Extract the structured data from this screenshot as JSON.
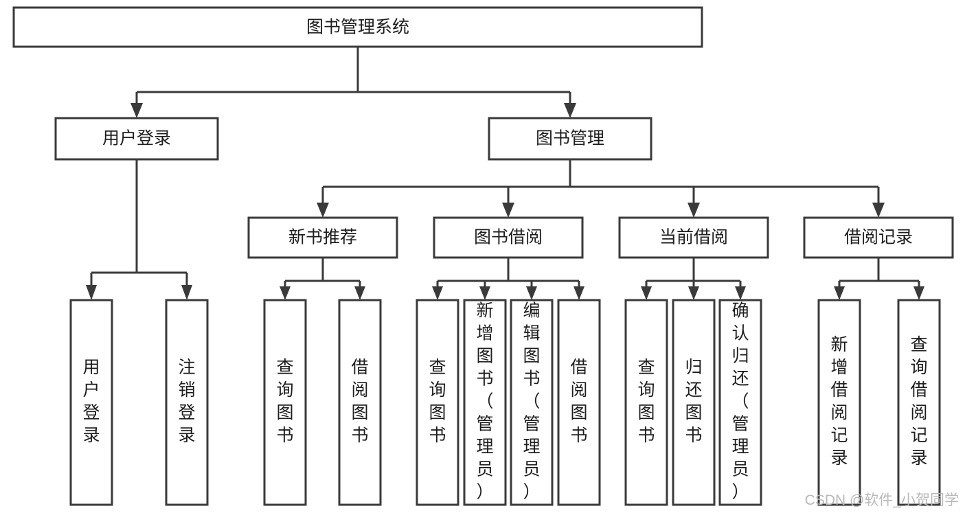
{
  "diagram": {
    "title": "图书管理系统",
    "type": "tree",
    "orientation": "top-down",
    "colors": {
      "box_fill": "#ffffff",
      "box_stroke": "#3a3a3a",
      "text": "#1d1d1d",
      "background": "#ffffff",
      "watermark": "#b9b9b9"
    },
    "nodes": {
      "root": {
        "label": "图书管理系统",
        "text_orientation": "horizontal"
      },
      "level2": [
        {
          "label": "用户登录",
          "text_orientation": "horizontal"
        },
        {
          "label": "图书管理",
          "text_orientation": "horizontal"
        }
      ],
      "level3": [
        {
          "label": "新书推荐",
          "text_orientation": "horizontal"
        },
        {
          "label": "图书借阅",
          "text_orientation": "horizontal"
        },
        {
          "label": "当前借阅",
          "text_orientation": "horizontal"
        },
        {
          "label": "借阅记录",
          "text_orientation": "horizontal"
        }
      ],
      "leaves": {
        "user_login": [
          {
            "label": "用户登录",
            "text_orientation": "vertical"
          },
          {
            "label": "注销登录",
            "text_orientation": "vertical"
          }
        ],
        "new_book_recommend": [
          {
            "label": "查询图书",
            "text_orientation": "vertical"
          },
          {
            "label": "借阅图书",
            "text_orientation": "vertical"
          }
        ],
        "book_borrow": [
          {
            "label": "查询图书",
            "text_orientation": "vertical"
          },
          {
            "label": "新增图书（管理员）",
            "text_orientation": "vertical"
          },
          {
            "label": "编辑图书（管理员）",
            "text_orientation": "vertical"
          },
          {
            "label": "借阅图书",
            "text_orientation": "vertical"
          }
        ],
        "current_borrow": [
          {
            "label": "查询图书",
            "text_orientation": "vertical"
          },
          {
            "label": "归还图书",
            "text_orientation": "vertical"
          },
          {
            "label": "确认归还（管理员）",
            "text_orientation": "vertical"
          }
        ],
        "borrow_record": [
          {
            "label": "新增借阅记录",
            "text_orientation": "vertical"
          },
          {
            "label": "查询借阅记录",
            "text_orientation": "vertical"
          }
        ]
      }
    }
  },
  "watermark": {
    "text": "CSDN @软件_小贺同学"
  }
}
